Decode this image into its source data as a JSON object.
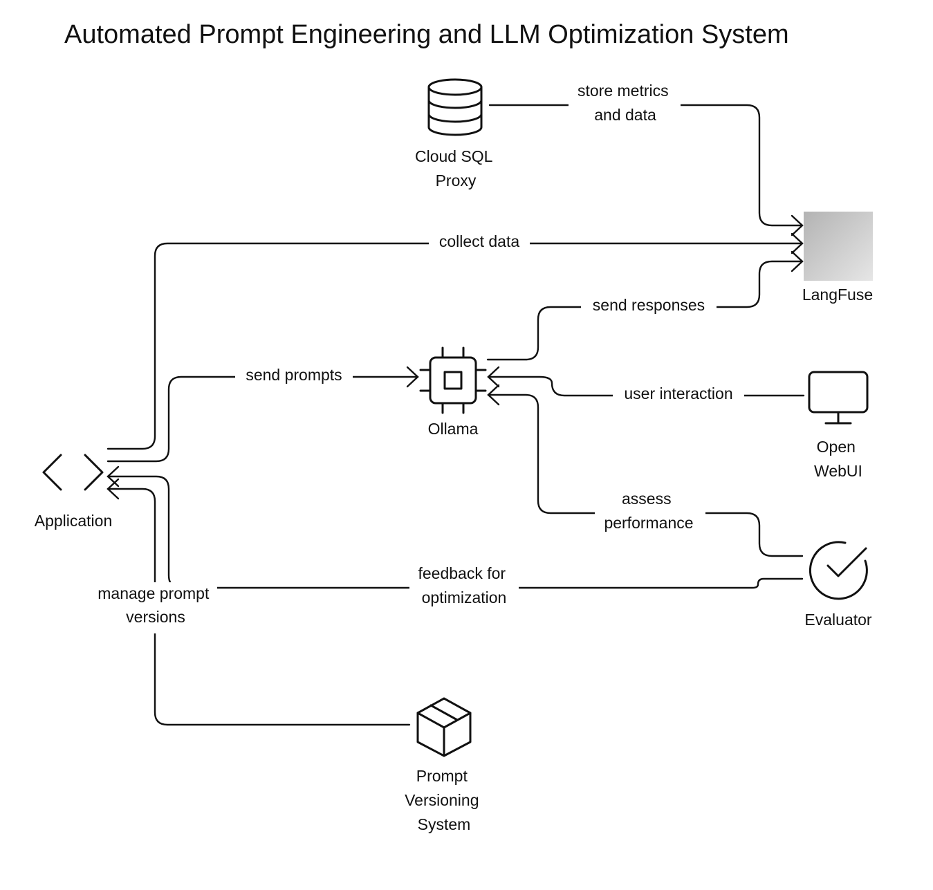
{
  "title": "Automated Prompt Engineering and LLM Optimization System",
  "colors": {
    "stroke": "#111111",
    "background": "#ffffff",
    "langfuse_logo_light": "#e6e6e6",
    "langfuse_logo_dark": "#b3b3b3"
  },
  "nodes": {
    "cloud_sql": {
      "label": [
        "Cloud SQL",
        "Proxy"
      ],
      "icon": "database-icon"
    },
    "langfuse": {
      "label": [
        "LangFuse"
      ],
      "icon": "langfuse-logo"
    },
    "ollama": {
      "label": [
        "Ollama"
      ],
      "icon": "cpu-chip-icon"
    },
    "open_webui": {
      "label": [
        "Open",
        "WebUI"
      ],
      "icon": "monitor-icon"
    },
    "application": {
      "label": [
        "Application"
      ],
      "icon": "code-brackets-icon"
    },
    "evaluator": {
      "label": [
        "Evaluator"
      ],
      "icon": "check-circle-icon"
    },
    "prompt_versioning": {
      "label": [
        "Prompt",
        "Versioning",
        "System"
      ],
      "icon": "package-box-icon"
    }
  },
  "edges": [
    {
      "from": "cloud_sql",
      "to": "langfuse",
      "label": [
        "store metrics",
        "and data"
      ]
    },
    {
      "from": "application",
      "to": "langfuse",
      "label": [
        "collect data"
      ]
    },
    {
      "from": "ollama",
      "to": "langfuse",
      "label": [
        "send responses"
      ]
    },
    {
      "from": "application",
      "to": "ollama",
      "label": [
        "send prompts"
      ]
    },
    {
      "from": "open_webui",
      "to": "ollama",
      "label": [
        "user interaction"
      ]
    },
    {
      "from": "evaluator",
      "to": "ollama",
      "label": [
        "assess",
        "performance"
      ]
    },
    {
      "from": "evaluator",
      "to": "application",
      "label": [
        "feedback for",
        "optimization"
      ]
    },
    {
      "from": "prompt_versioning",
      "to": "application",
      "label": [
        "manage prompt",
        "versions"
      ]
    }
  ]
}
